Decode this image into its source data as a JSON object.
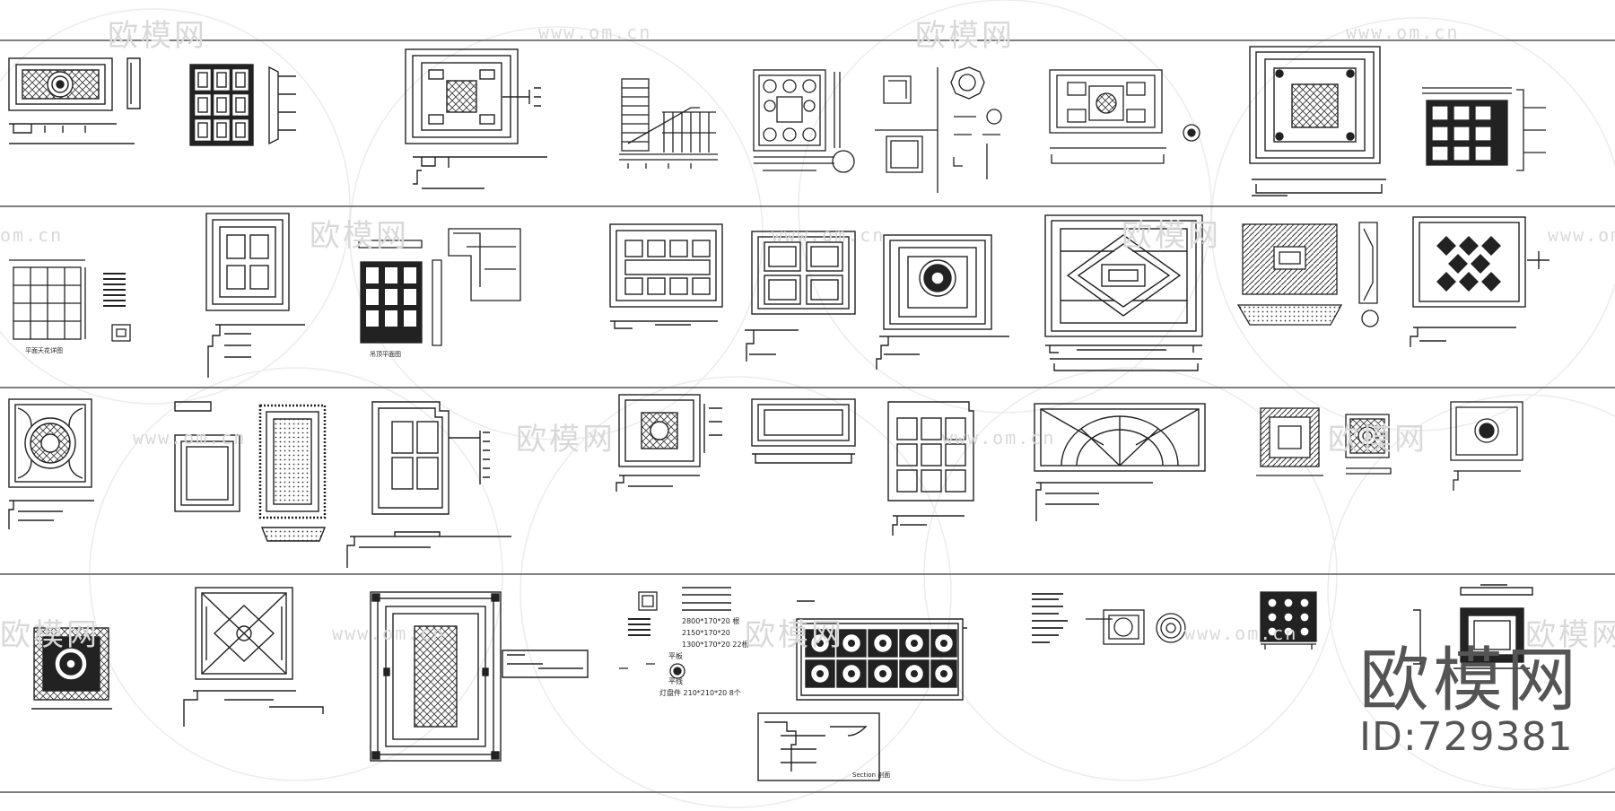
{
  "watermark": {
    "brand": "欧模网",
    "url": "www.om.cn",
    "url_short": "om.cn"
  },
  "brand_mark": {
    "name": "欧模网",
    "id": "ID:729381"
  },
  "drawing_labels": {
    "row2_grid_caption": "平面天花详图",
    "row2_coffer_caption": "吊顶平面图",
    "notes_line_1": "2800*170*20 根",
    "notes_line_2": "2150*170*20",
    "notes_line_3": "1300*170*20 22根",
    "notes_line_4": "平板",
    "notes_line_5": "平线",
    "notes_line_6": "灯盘件 210*210*20 8个",
    "detail_caption": "Section 剖面"
  },
  "colors": {
    "line": "#2a2a2a",
    "watermark": "#d9d9d9",
    "brand": "#555555"
  }
}
